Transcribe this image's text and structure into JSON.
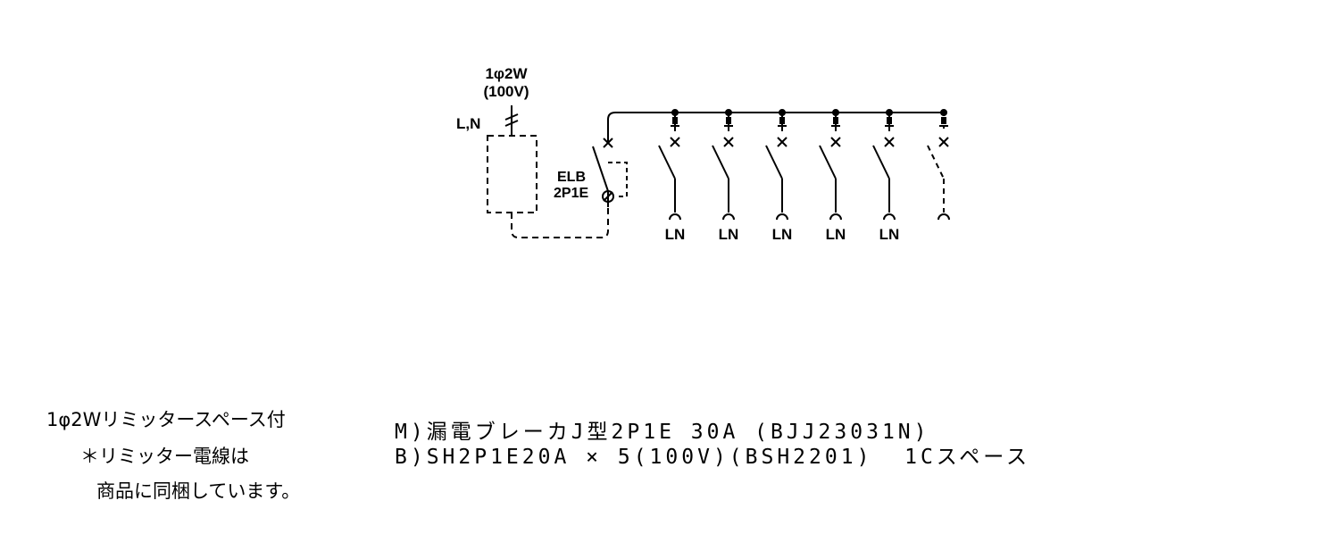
{
  "diagram": {
    "supply_line1": "1φ2W",
    "supply_line2": "(100V)",
    "supply_conductors": "L,N",
    "main_breaker_line1": "ELB",
    "main_breaker_line2": "2P1E",
    "branch_labels": [
      "LN",
      "LN",
      "LN",
      "LN",
      "LN"
    ]
  },
  "notes": {
    "line1": "1φ2Wリミッタースペース付",
    "line2": "＊リミッター電線は",
    "line3": "商品に同梱しています。"
  },
  "spec": {
    "line_m": "M)漏電ブレーカJ型2P1E 30A (BJJ23031N)",
    "line_b": "B)SH2P1E20A × 5(100V)(BSH2201)  1Cスペース"
  }
}
